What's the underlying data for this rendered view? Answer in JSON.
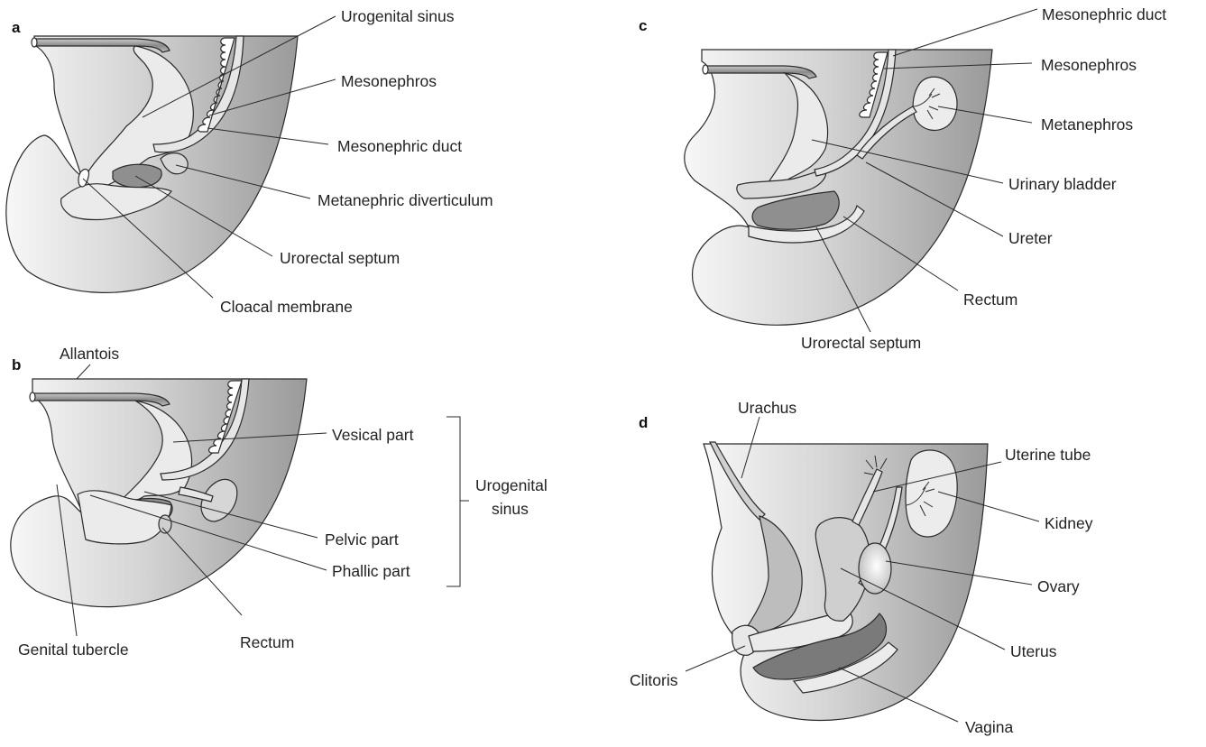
{
  "panels": {
    "a": {
      "letter": "a",
      "labels": {
        "urogenital_sinus": "Urogenital sinus",
        "mesonephros": "Mesonephros",
        "mesonephric_duct": "Mesonephric duct",
        "metanephric_diverticulum": "Metanephric diverticulum",
        "urorectal_septum": "Urorectal septum",
        "cloacal_membrane": "Cloacal membrane"
      }
    },
    "b": {
      "letter": "b",
      "labels": {
        "allantois": "Allantois",
        "vesical_part": "Vesical part",
        "urogenital": "Urogenital",
        "sinus": "sinus",
        "pelvic_part": "Pelvic part",
        "phallic_part": "Phallic part",
        "genital_tubercle": "Genital tubercle",
        "rectum": "Rectum"
      }
    },
    "c": {
      "letter": "c",
      "labels": {
        "mesonephric_duct": "Mesonephric duct",
        "mesonephros": "Mesonephros",
        "metanephros": "Metanephros",
        "urinary_bladder": "Urinary bladder",
        "ureter": "Ureter",
        "rectum": "Rectum",
        "urorectal_septum": "Urorectal septum"
      }
    },
    "d": {
      "letter": "d",
      "labels": {
        "urachus": "Urachus",
        "uterine_tube": "Uterine tube",
        "kidney": "Kidney",
        "ovary": "Ovary",
        "uterus": "Uterus",
        "clitoris": "Clitoris",
        "vagina": "Vagina"
      }
    }
  }
}
